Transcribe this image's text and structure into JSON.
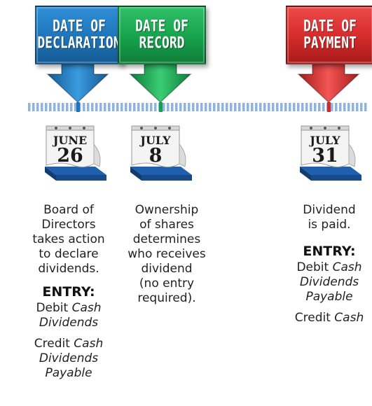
{
  "colors": {
    "declaration": "#1e74b8",
    "record": "#16a24c",
    "payment": "#d42a2a",
    "timeline": "#8fb4d9",
    "calendar_base": "#1e5fae"
  },
  "signs": {
    "declaration": {
      "line1": "DATE OF",
      "line2": "DECLARATION"
    },
    "record": {
      "line1": "DATE OF",
      "line2": "RECORD"
    },
    "payment": {
      "line1": "DATE OF",
      "line2": "PAYMENT"
    }
  },
  "calendars": {
    "declaration": {
      "month": "JUNE",
      "day": "26"
    },
    "record": {
      "month": "JULY",
      "day": "8"
    },
    "payment": {
      "month": "JULY",
      "day": "31"
    }
  },
  "descriptions": {
    "declaration": {
      "lines": [
        "Board of",
        "Directors",
        "takes action",
        "to declare",
        "dividends."
      ],
      "entry_title": "ENTRY:",
      "debit_word": "Debit",
      "debit_account_1": "Cash",
      "debit_account_2": "Dividends",
      "credit_word": "Credit",
      "credit_account_1": "Cash",
      "credit_account_2": "Dividends",
      "credit_account_3": "Payable"
    },
    "record": {
      "lines": [
        "Ownership",
        "of shares",
        "determines",
        "who receives",
        "dividend",
        "(no entry",
        "required)."
      ]
    },
    "payment": {
      "lines": [
        "Dividend",
        "is paid."
      ],
      "entry_title": "ENTRY:",
      "debit_word": "Debit",
      "debit_account_1": "Cash",
      "debit_account_2": "Dividends",
      "debit_account_3": "Payable",
      "credit_word": "Credit",
      "credit_account_1": "Cash"
    }
  }
}
